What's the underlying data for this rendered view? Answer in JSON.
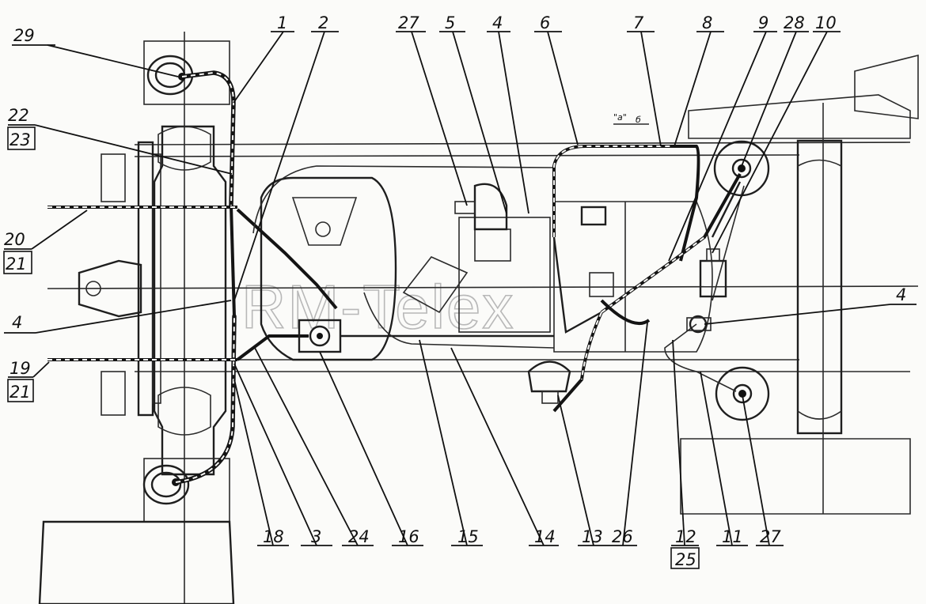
{
  "watermark": "RM-Telex",
  "small_marks": {
    "a": "\"а\"",
    "b": "б"
  },
  "callouts": [
    {
      "id": "c29",
      "text": "29"
    },
    {
      "id": "c1",
      "text": "1"
    },
    {
      "id": "c2",
      "text": "2"
    },
    {
      "id": "c27a",
      "text": "27"
    },
    {
      "id": "c5",
      "text": "5"
    },
    {
      "id": "c4a",
      "text": "4"
    },
    {
      "id": "c6",
      "text": "6"
    },
    {
      "id": "c7",
      "text": "7"
    },
    {
      "id": "c8",
      "text": "8"
    },
    {
      "id": "c9",
      "text": "9"
    },
    {
      "id": "c28",
      "text": "28"
    },
    {
      "id": "c10",
      "text": "10"
    },
    {
      "id": "c22",
      "text": "22"
    },
    {
      "id": "c23",
      "text": "23"
    },
    {
      "id": "c20",
      "text": "20"
    },
    {
      "id": "c21a",
      "text": "21"
    },
    {
      "id": "c4b",
      "text": "4"
    },
    {
      "id": "c19",
      "text": "19"
    },
    {
      "id": "c21b",
      "text": "21"
    },
    {
      "id": "c4c",
      "text": "4"
    },
    {
      "id": "c18",
      "text": "18"
    },
    {
      "id": "c3",
      "text": "3"
    },
    {
      "id": "c24",
      "text": "24"
    },
    {
      "id": "c16",
      "text": "16"
    },
    {
      "id": "c15",
      "text": "15"
    },
    {
      "id": "c14",
      "text": "14"
    },
    {
      "id": "c13",
      "text": "13"
    },
    {
      "id": "c26",
      "text": "26"
    },
    {
      "id": "c12",
      "text": "12"
    },
    {
      "id": "c25",
      "text": "25"
    },
    {
      "id": "c11",
      "text": "11"
    },
    {
      "id": "c27b",
      "text": "27"
    }
  ]
}
